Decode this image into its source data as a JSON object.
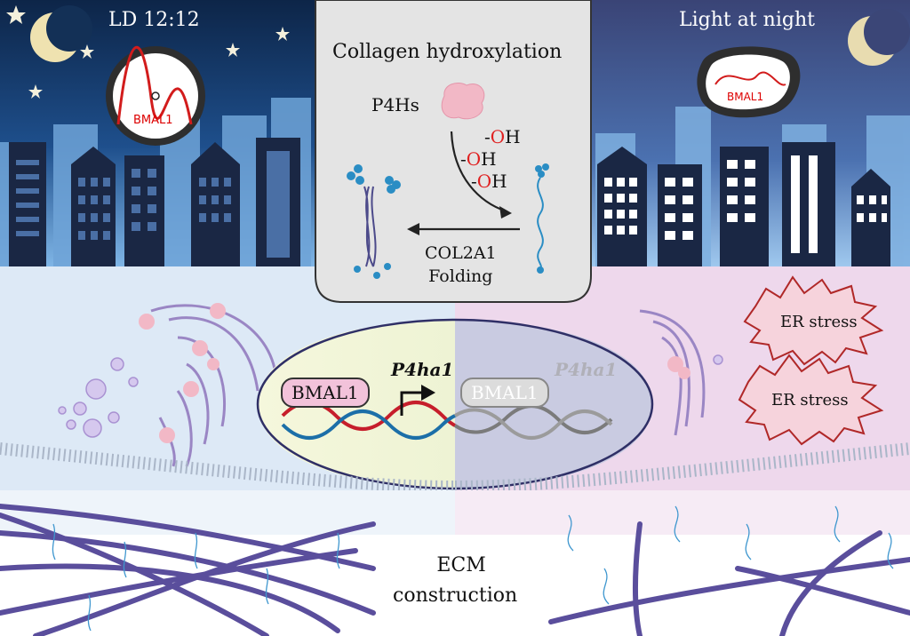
{
  "left_condition": "LD 12:12",
  "right_condition": "Light at night",
  "panel": {
    "title": "Collagen hydroxylation",
    "enzyme": "P4Hs",
    "oh_groups": [
      {
        "dash": "-",
        "o": "O",
        "h": "H"
      },
      {
        "dash": "-",
        "o": "O",
        "h": "H"
      },
      {
        "dash": "-",
        "o": "O",
        "h": "H"
      }
    ],
    "folding_line1": "COL2A1",
    "folding_line2": "Folding"
  },
  "clock_left_label": "BMAL1",
  "clock_right_label": "BMAL1",
  "nucleus": {
    "gene_active": "P4ha1",
    "gene_inactive": "P4ha1",
    "bmal_active": "BMAL1",
    "bmal_inactive": "BMAL1"
  },
  "er_stress": [
    "ER stress",
    "ER stress"
  ],
  "ecm_line1": "ECM",
  "ecm_line2": "construction",
  "colors": {
    "night_sky_left": "#0f2a4f",
    "night_sky_right": "#3c4a7a",
    "cell_left": "#dde9f6",
    "cell_right": "#eed8ec",
    "dna_red": "#c61e2b",
    "dna_blue": "#1c6fa8",
    "collagen": "#5a4e9c",
    "bmal_fill": "#f2c2da",
    "er_fill": "#f6d3dc"
  }
}
